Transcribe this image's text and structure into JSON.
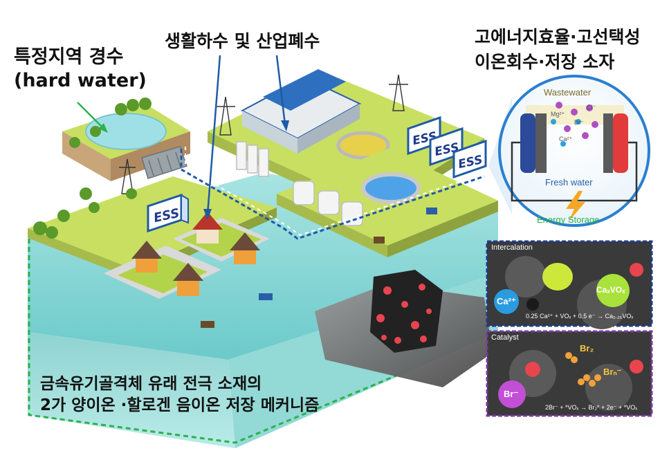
{
  "labels": {
    "hard_water_line1": "특정지역 경수",
    "hard_water_line2": "(hard water)",
    "sewage": "생활하수 및 산업폐수",
    "device_line1": "고에너지효율·고선택성",
    "device_line2": "이온회수·저장 소자",
    "mof_line1": "금속유기골격체 유래 전극 소재의",
    "mof_line2": "2가 양이온 ·할로겐 음이온 저장 메커니즘"
  },
  "ess_label": "ESS",
  "cell": {
    "wastewater": "Wastewater",
    "fresh_water": "Fresh water",
    "energy_storage": "Energy Storage",
    "ions": {
      "mg": "Mg²⁺",
      "cl": "Cl⁻",
      "br": "Br⁻",
      "ca": "Ca²⁺"
    }
  },
  "intercalation": {
    "title": "Intercalation",
    "ion": "Ca²⁺",
    "product": "CaₓVOₓ",
    "equation": "0.25 Ca²⁺ + VOₓ + 0.5 e⁻ → Ca₀.₂₅VOₓ"
  },
  "catalyst": {
    "title": "Catalyst",
    "ion": "Br⁻",
    "br2": "Br₂",
    "brn": "Brₙ⁻",
    "equation": "2Br⁻ + *VOₓ → Br₂* + 2e⁻ + *VOₓ"
  },
  "colors": {
    "platform": "#c9df62",
    "water": "#8fd6d6",
    "blue_frame": "#1f3b8c",
    "purple_frame": "#7a3aa0",
    "green_dash": "#2bb24c",
    "red_particle": "#e8454e"
  }
}
